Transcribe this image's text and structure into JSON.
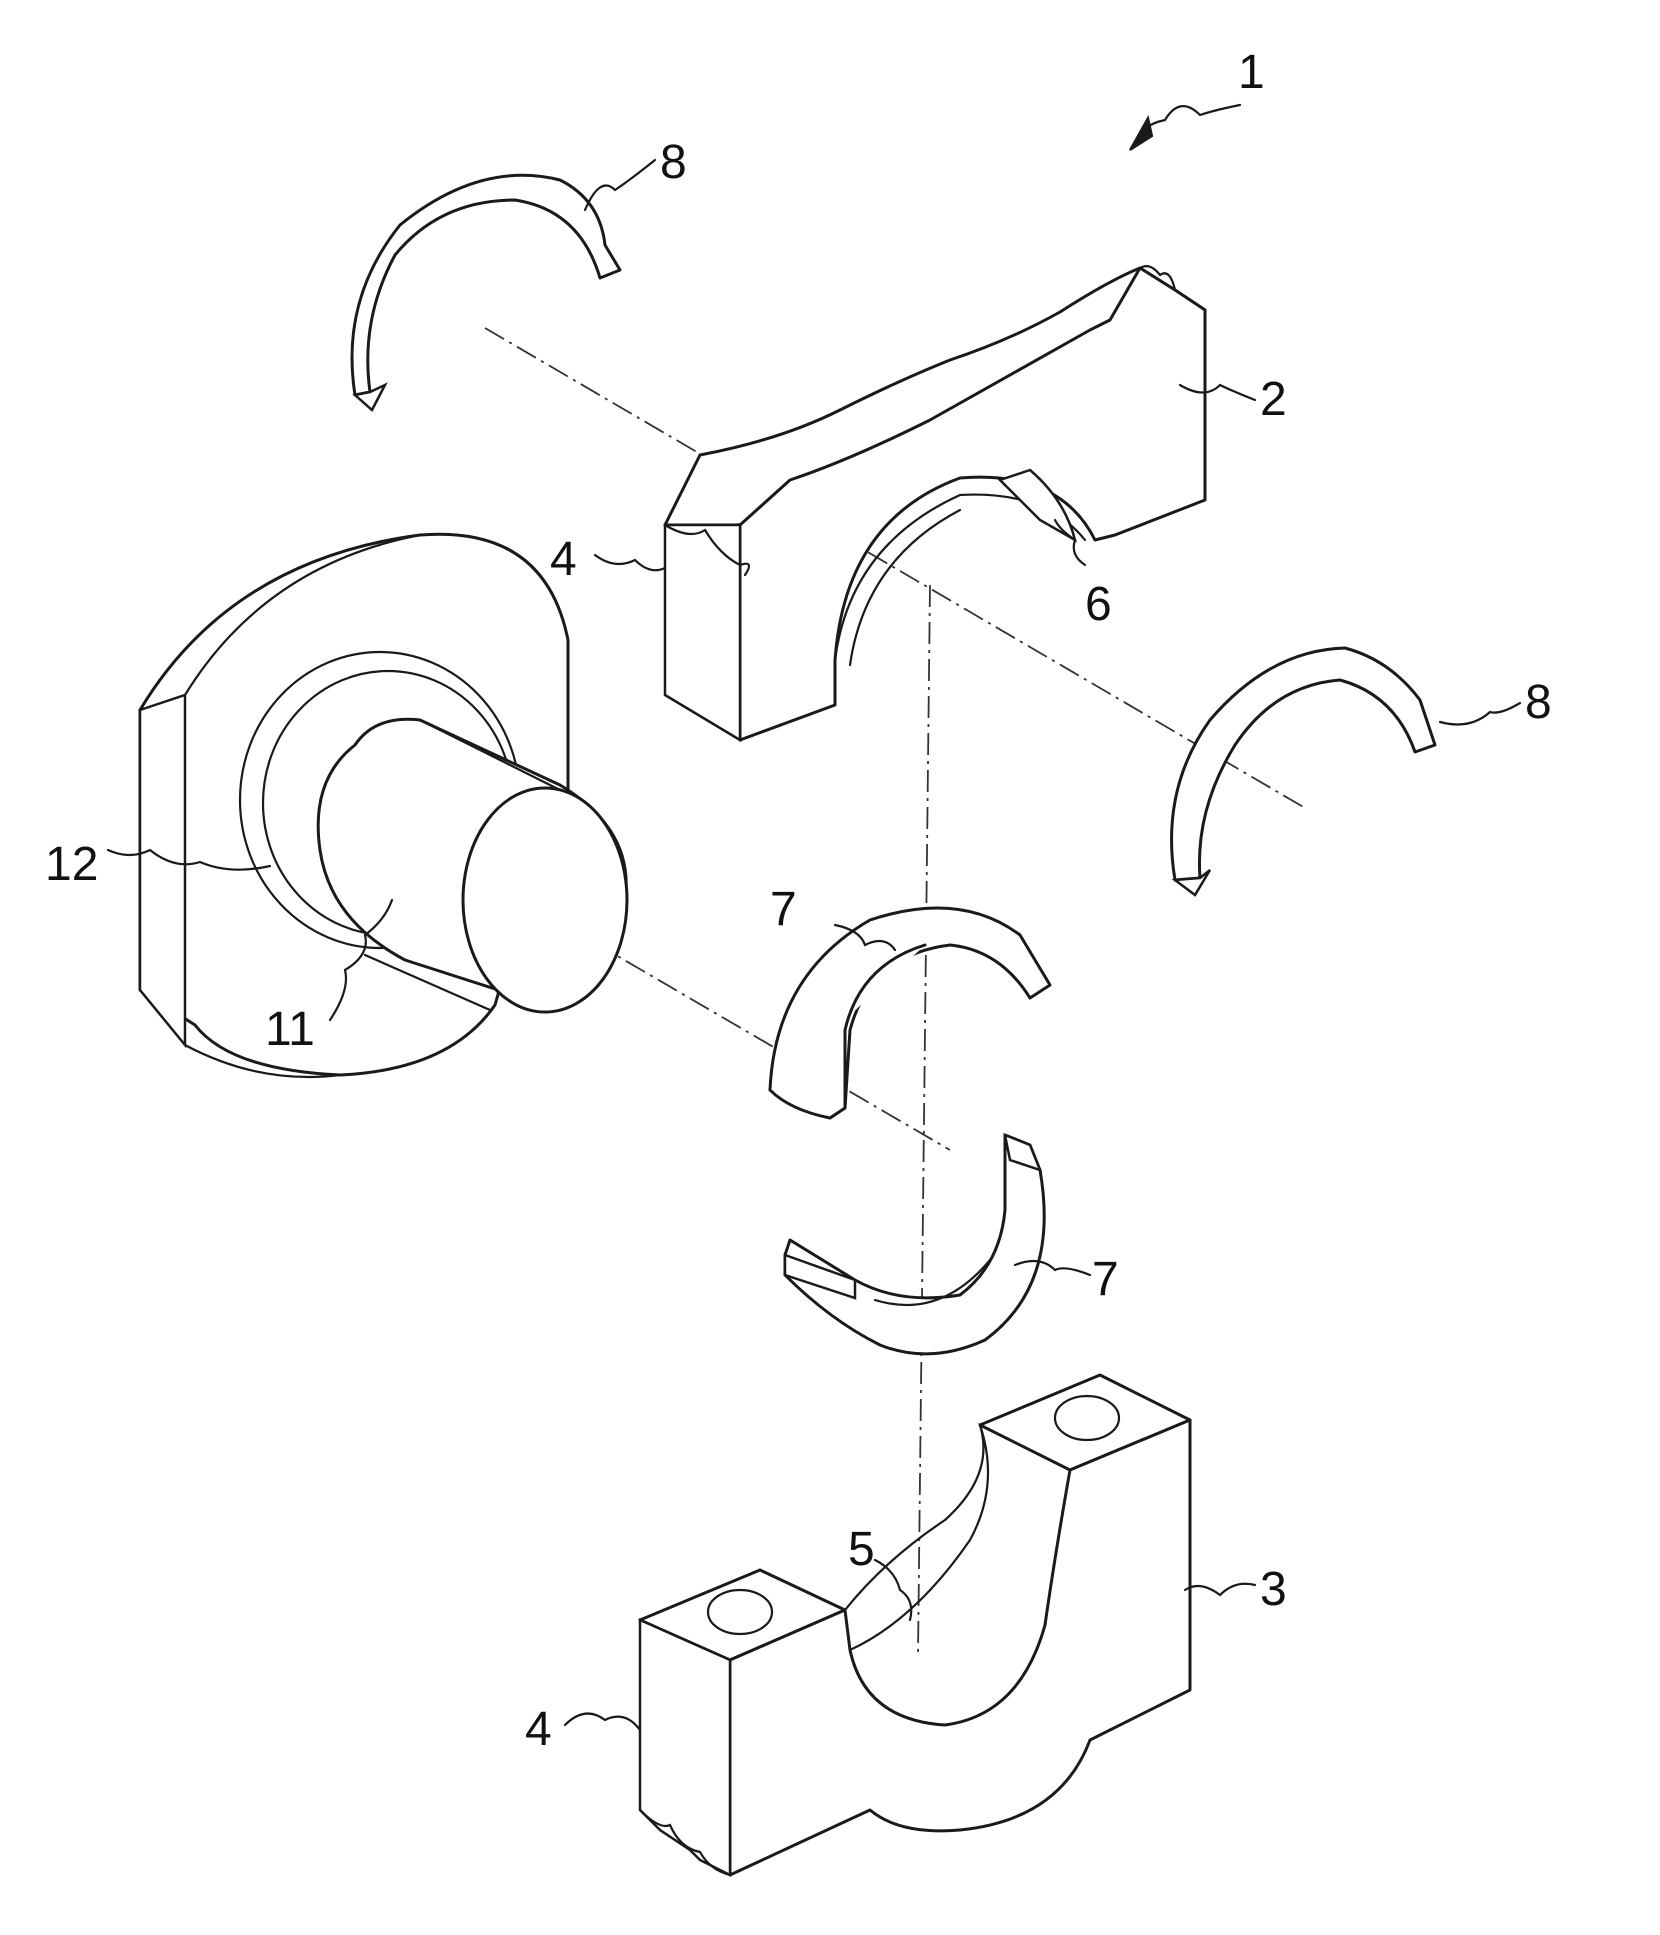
{
  "figure": {
    "labels": {
      "assembly": "1",
      "upper_housing": "2",
      "lower_housing": "3",
      "mating_face_upper": "4",
      "mating_face_lower": "4",
      "lower_bore": "5",
      "upper_bore": "6",
      "upper_bearing_half": "7",
      "lower_bearing_half": "7",
      "thrust_washer_left": "8",
      "thrust_washer_right": "8",
      "crankpin": "11",
      "crank_web": "12"
    }
  }
}
